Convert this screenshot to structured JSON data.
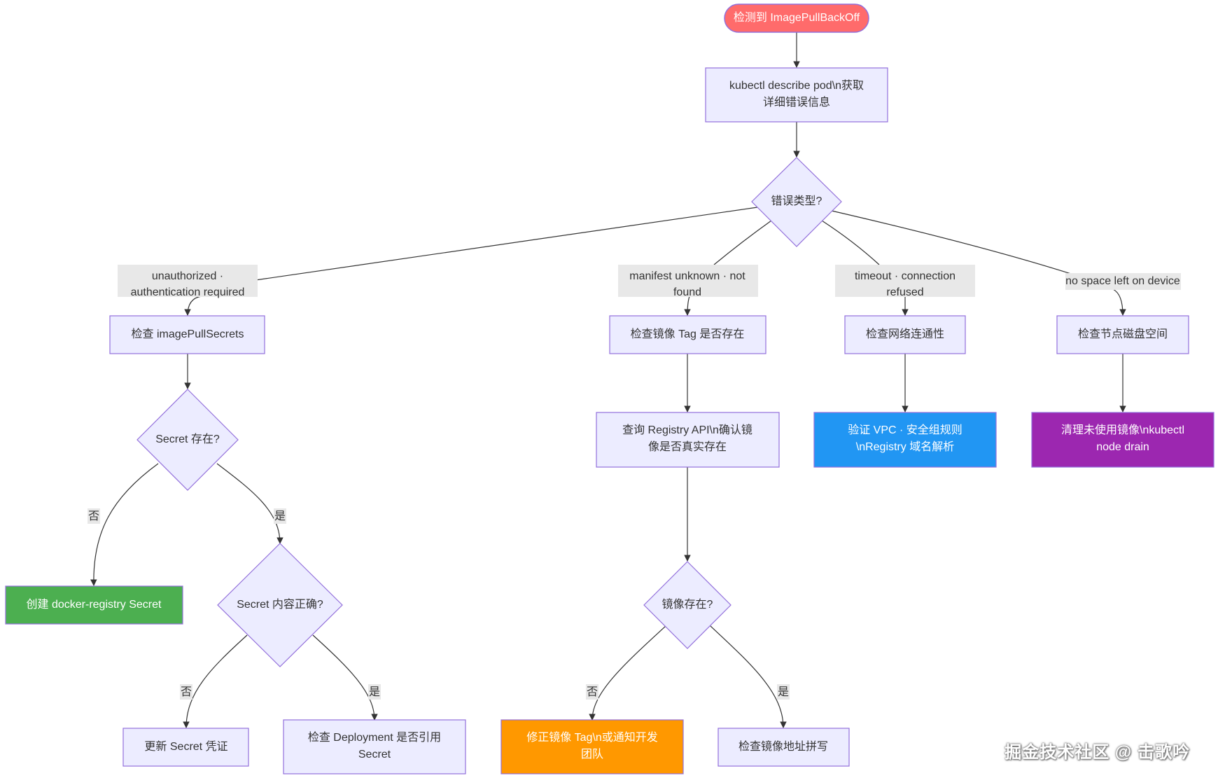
{
  "nodes": {
    "start": {
      "text": "检测到 ImagePullBackOff",
      "fill": "#ff6b6b"
    },
    "describe": {
      "lines": [
        "kubectl describe pod\\n获取",
        "详细错误信息"
      ]
    },
    "error_type": {
      "text": "错误类型?"
    },
    "check_secrets": {
      "text": "检查 imagePullSecrets"
    },
    "secret_exists": {
      "text": "Secret 存在?"
    },
    "create_secret": {
      "text": "创建 docker-registry Secret",
      "fill": "#4caf50"
    },
    "secret_correct": {
      "text": "Secret 内容正确?"
    },
    "update_secret": {
      "text": "更新 Secret 凭证"
    },
    "check_deployment": {
      "lines": [
        "检查 Deployment 是否引用",
        "Secret"
      ]
    },
    "check_tag": {
      "text": "检查镜像 Tag 是否存在"
    },
    "query_registry": {
      "lines": [
        "查询 Registry API\\n确认镜",
        "像是否真实存在"
      ]
    },
    "image_exists": {
      "text": "镜像存在?"
    },
    "fix_tag": {
      "lines": [
        "修正镜像 Tag\\n或通知开发",
        "团队"
      ],
      "fill": "#ff9800"
    },
    "check_address": {
      "text": "检查镜像地址拼写"
    },
    "check_network": {
      "text": "检查网络连通性"
    },
    "verify_vpc": {
      "lines": [
        "验证 VPC · 安全组规则",
        "\\nRegistry 域名解析"
      ],
      "fill": "#2196f3"
    },
    "check_disk": {
      "text": "检查节点磁盘空间"
    },
    "cleanup": {
      "lines": [
        "清理未使用镜像\\nkubectl",
        "node drain"
      ],
      "fill": "#9c27b0"
    }
  },
  "edge_labels": {
    "unauthorized": [
      "unauthorized ·",
      "authentication required"
    ],
    "manifest": [
      "manifest unknown · not",
      "found"
    ],
    "timeout": [
      "timeout · connection",
      "refused"
    ],
    "nospace": [
      "no space left on device"
    ],
    "no1": "否",
    "yes1": "是",
    "no2": "否",
    "yes2": "是",
    "no3": "否",
    "yes3": "是"
  },
  "colors": {
    "node_fill": "#ececff",
    "node_stroke": "#9370db",
    "edge": "#333333",
    "label_bg": "#e8e8e8"
  },
  "watermark": "掘金技术社区 @ 击歌吟"
}
